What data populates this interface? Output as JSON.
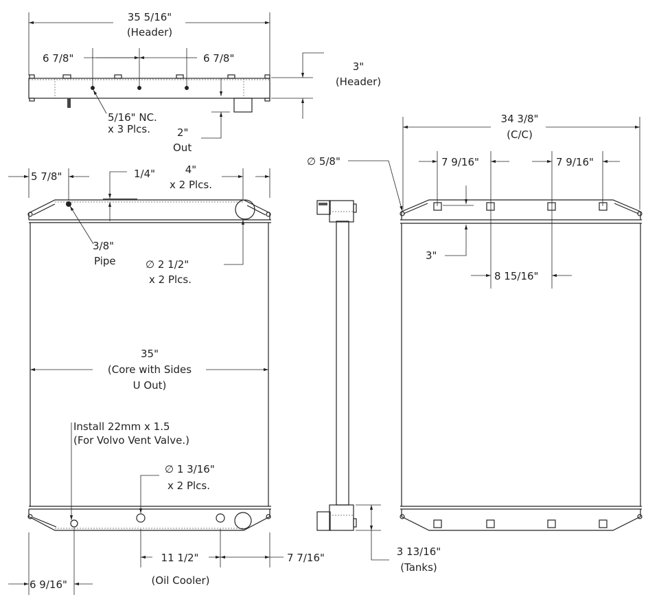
{
  "top_view": {
    "header_width": "35 5/16\"",
    "header_width_note": "(Header)",
    "spacing_left": "6 7/8\"",
    "spacing_right": "6 7/8\"",
    "header_height": "3\"",
    "header_height_note": "(Header)",
    "thread_note": "5/16\" NC.",
    "thread_qty": "x 3 Plcs.",
    "outlet_dim": "2\"",
    "outlet_note": "Out"
  },
  "front_view": {
    "pipe_offset": "5 7/8\"",
    "tab_height": "1/4\"",
    "inlet_offset": "4\"",
    "inlet_offset_qty": "x 2 Plcs.",
    "pipe_size": "3/8\"",
    "pipe_note": "Pipe",
    "inlet_dia": "∅ 2 1/2\"",
    "inlet_dia_qty": "x 2 Plcs.",
    "core_width": "35\"",
    "core_note_1": "(Core with Sides",
    "core_note_2": "U Out)",
    "vent_note_1": "Install 22mm x 1.5",
    "vent_note_2": "(For Volvo Vent Valve.)",
    "oil_dia": "∅ 1 3/16\"",
    "oil_dia_qty": "x 2 Plcs.",
    "oil_spacing": "11 1/2\"",
    "oil_offset": "7 7/16\"",
    "oil_note": "(Oil Cooler)",
    "vent_offset": "6 9/16\""
  },
  "side_view": {
    "tank_height": "3 13/16\"",
    "tank_note": "(Tanks)"
  },
  "rear_view": {
    "cc_width": "34 3/8\"",
    "cc_note": "(C/C)",
    "mount_dia": "∅ 5/8\"",
    "bracket_left": "7 9/16\"",
    "bracket_right": "7 9/16\"",
    "bracket_mid": "8 15/16\"",
    "frame_height": "3\""
  }
}
